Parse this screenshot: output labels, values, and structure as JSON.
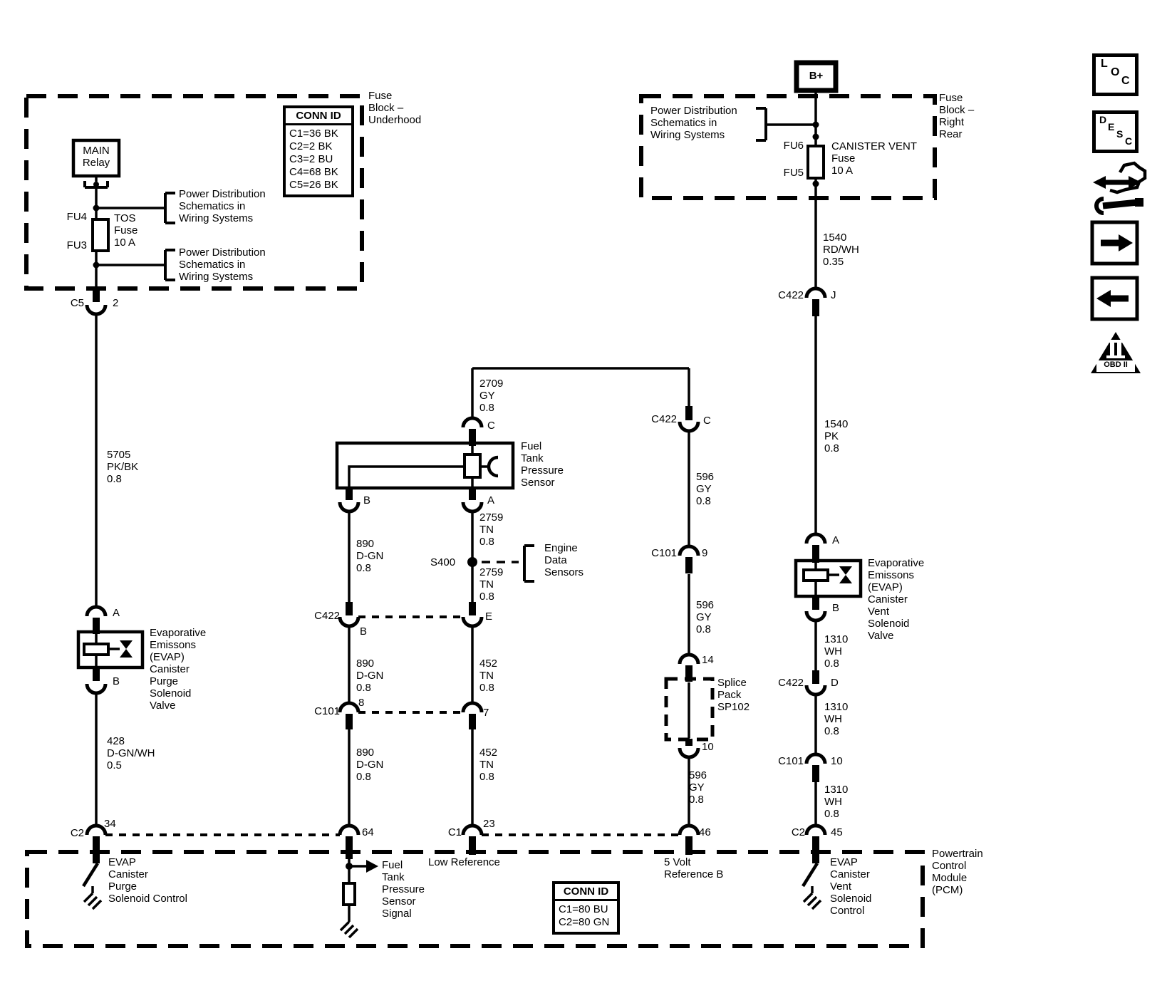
{
  "underhood": {
    "box_label": "Fuse\nBlock –\nUnderhood",
    "conn_id": {
      "header": "CONN ID",
      "rows": [
        "C1=36 BK",
        "C2=2 BK",
        "C3=2 BU",
        "C4=68 BK",
        "C5=26 BK"
      ]
    },
    "main_relay": "MAIN\nRelay",
    "fu4": "FU4",
    "fu3": "FU3",
    "tos_fuse": "TOS\nFuse\n10 A",
    "power_dist_upper": "Power Distribution\nSchematics in\nWiring Systems",
    "power_dist_lower": "Power Distribution\nSchematics in\nWiring Systems",
    "c5_label": "C5",
    "c5_pin": "2"
  },
  "right_rear": {
    "box_label": "Fuse\nBlock –\nRight\nRear",
    "battery": "B+",
    "power_dist": "Power Distribution\nSchematics in\nWiring Systems",
    "fu6": "FU6",
    "fu5": "FU5",
    "fuse": "CANISTER VENT\nFuse\n10 A"
  },
  "wires": {
    "w5705": "5705\nPK/BK\n0.8",
    "w428": "428\nD-GN/WH\n0.5",
    "w2709": "2709\nGY\n0.8",
    "w890_a": "890\nD-GN\n0.8",
    "w890_b": "890\nD-GN\n0.8",
    "w890_c": "890\nD-GN\n0.8",
    "w2759_a": "2759\nTN\n0.8",
    "w2759_b": "2759\nTN\n0.8",
    "w452_a": "452\nTN\n0.8",
    "w452_b": "452\nTN\n0.8",
    "w596_a": "596\nGY\n0.8",
    "w596_b": "596\nGY\n0.8",
    "w596_c": "596\nGY\n0.8",
    "w1540_rdwh": "1540\nRD/WH\n0.35",
    "w1540_pk": "1540\nPK\n0.8",
    "w1310_a": "1310\nWH\n0.8",
    "w1310_b": "1310\nWH\n0.8",
    "w1310_c": "1310\nWH\n0.8"
  },
  "components": {
    "ftp_sensor": "Fuel\nTank\nPressure\nSensor",
    "purge_valve": "Evaporative\nEmissons\n(EVAP)\nCanister\nPurge\nSolenoid\nValve",
    "vent_valve": "Evaporative\nEmissons\n(EVAP)\nCanister\nVent\nSolenoid\nValve",
    "splice_pack": "Splice\nPack\nSP102",
    "s400": "S400",
    "engine_data": "Engine\nData\nSensors"
  },
  "connectors": {
    "c422": "C422",
    "c101": "C101",
    "c2": "C2",
    "c1": "C1",
    "pins": {
      "p2": "2",
      "pA": "A",
      "pB": "B",
      "pC": "C",
      "pD": "D",
      "pE": "E",
      "pJ": "J",
      "p7": "7",
      "p8": "8",
      "p9": "9",
      "p10": "10",
      "p14": "14",
      "p23": "23",
      "p34": "34",
      "p45": "45",
      "p46": "46",
      "p64": "64"
    }
  },
  "pcm": {
    "title": "Powertrain\nControl\nModule\n(PCM)",
    "purge_control": "EVAP\nCanister\nPurge\nSolenoid Control",
    "ftp_signal": "Fuel\nTank\nPressure\nSensor\nSignal",
    "low_reference": "Low Reference",
    "five_volt": "5 Volt\nReference B",
    "vent_control": "EVAP\nCanister\nVent\nSolenoid\nControl",
    "conn_id": {
      "header": "CONN ID",
      "rows": [
        "C1=80 BU",
        "C2=80 GN"
      ]
    }
  },
  "sidebar": {
    "loc": [
      "L",
      "O",
      "C"
    ],
    "desc": [
      "D",
      "E",
      "S",
      "C"
    ],
    "obd": "OBD II"
  },
  "colors": {
    "ink": "#000000",
    "paper": "#ffffff"
  }
}
